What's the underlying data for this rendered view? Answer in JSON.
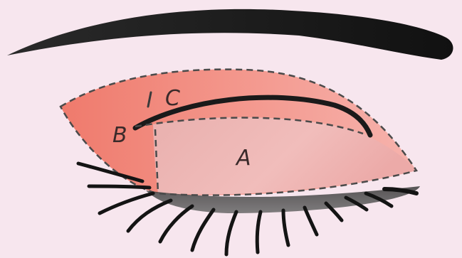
{
  "diagram": {
    "labels": {
      "a": "A",
      "b": "B",
      "c": "C"
    },
    "colors": {
      "background": "#f7e6ee",
      "zone_outer": "#f07f73",
      "zone_lid": "#f0b4b2",
      "ink": "#1a1a1a",
      "dash": "#4a4a4a"
    }
  }
}
